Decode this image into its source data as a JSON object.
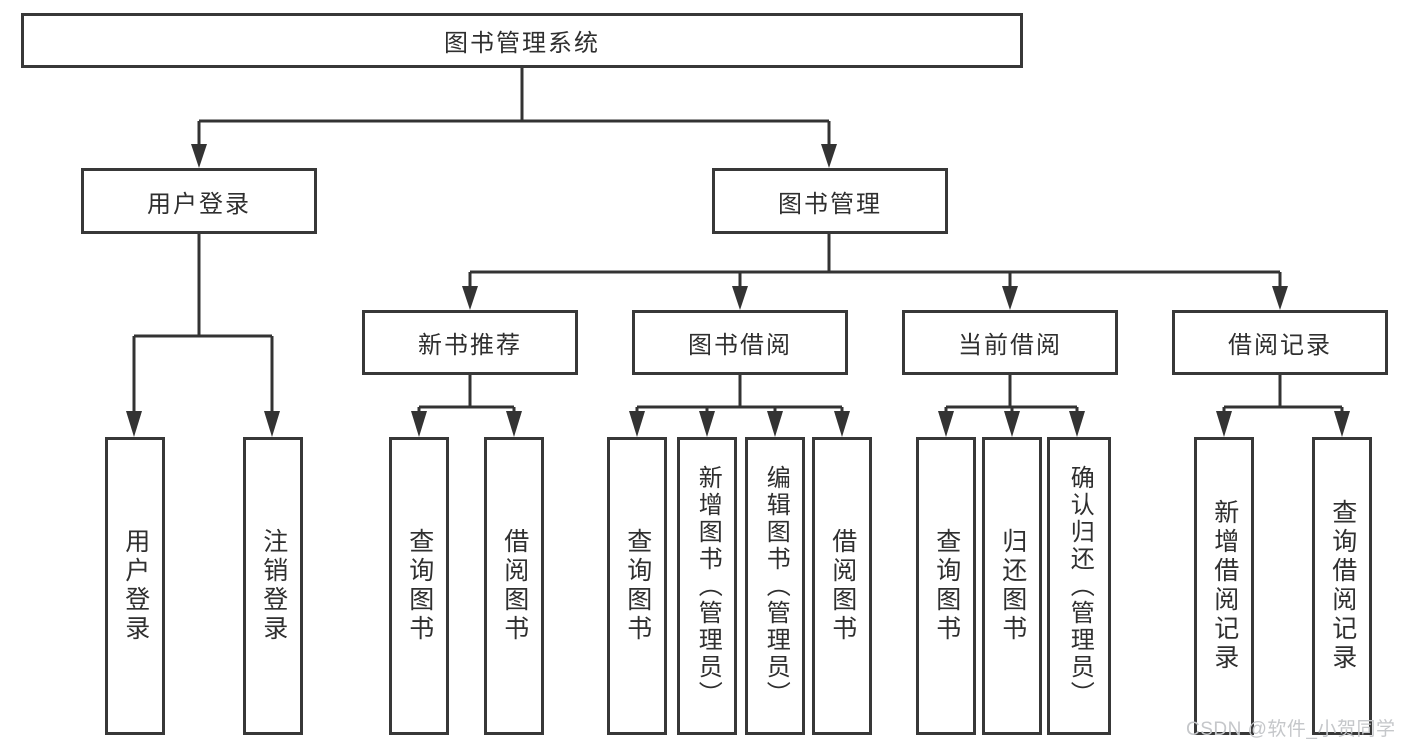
{
  "nodes": {
    "root": "图书管理系统",
    "level2": [
      {
        "label": "用户登录",
        "children": [
          "用户登录",
          "注销登录"
        ]
      },
      {
        "label": "图书管理"
      }
    ],
    "level3": [
      {
        "label": "新书推荐",
        "children": [
          "查询图书",
          "借阅图书"
        ]
      },
      {
        "label": "图书借阅",
        "children": [
          "查询图书",
          "新增图书（管理员）",
          "编辑图书（管理员）",
          "借阅图书"
        ]
      },
      {
        "label": "当前借阅",
        "children": [
          "查询图书",
          "归还图书",
          "确认归还（管理员）"
        ]
      },
      {
        "label": "借阅记录",
        "children": [
          "新增借阅记录",
          "查询借阅记录"
        ]
      }
    ]
  },
  "watermark": "CSDN @软件_小贺同学",
  "colors": {
    "line": "#333333",
    "border": "#383838",
    "text": "#2f2f2f",
    "watermark": "#c5c7ca",
    "background": "#ffffff"
  }
}
